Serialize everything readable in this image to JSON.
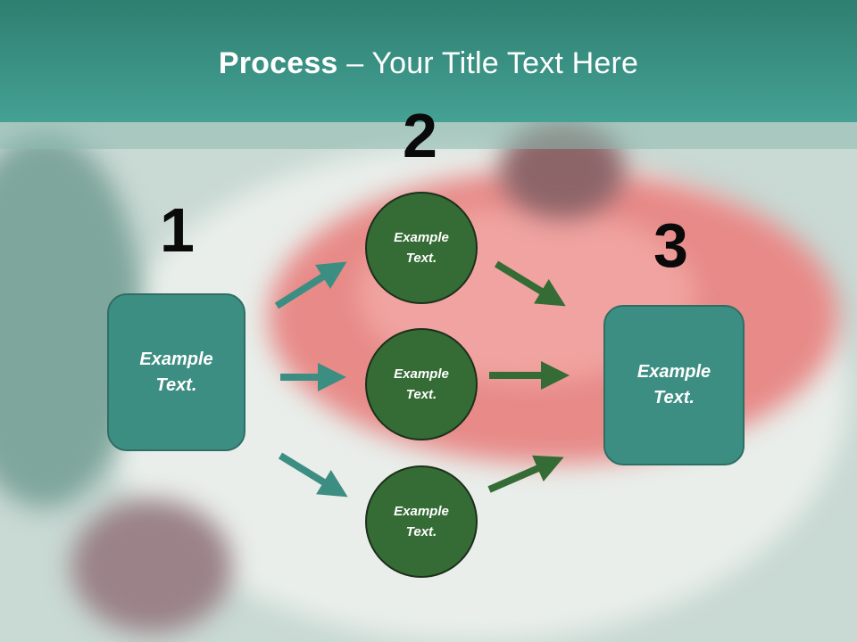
{
  "title": {
    "bold": "Process",
    "rest": " – Your Title Text Here"
  },
  "steps": {
    "one": "1",
    "two": "2",
    "three": "3"
  },
  "left_box": {
    "text": "Example\nText."
  },
  "right_box": {
    "text": "Example\nText."
  },
  "circles": [
    {
      "text": "Example\nText."
    },
    {
      "text": "Example\nText."
    },
    {
      "text": "Example\nText."
    }
  ],
  "colors": {
    "header": "#3d9a8b",
    "box_fill": "#3d8e82",
    "circle_fill": "#356b35",
    "arrow_teal": "#3d8e82",
    "arrow_green": "#356b35"
  }
}
